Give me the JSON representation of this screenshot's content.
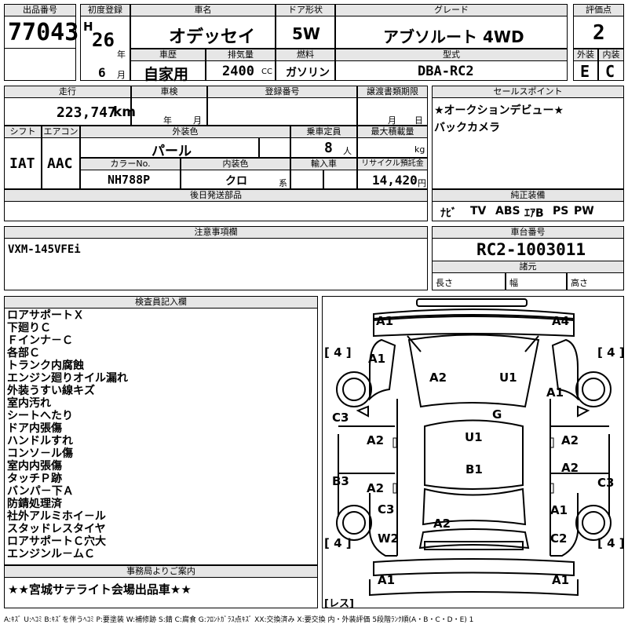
{
  "header": {
    "lot_label": "出品番号",
    "lot": "77043",
    "first_reg_label": "初度登録",
    "era": "H",
    "year": "26",
    "year_unit": "年",
    "month": "6",
    "month_unit": "月",
    "name_label": "車名",
    "name": "オデッセイ",
    "door_label": "ドア形状",
    "door": "5W",
    "grade_label": "グレード",
    "grade": "アブソルート 4WD",
    "score_label": "評価点",
    "score": "2",
    "history_label": "車歴",
    "history": "自家用",
    "displacement_label": "排気量",
    "displacement": "2400",
    "displacement_unit": "CC",
    "fuel_label": "燃料",
    "fuel": "ガソリン",
    "model_label": "型式",
    "model": "DBA-RC2",
    "ext_label": "外装",
    "ext": "E",
    "int_label": "内装",
    "int": "C"
  },
  "row2": {
    "mileage_label": "走行",
    "mileage": "223,747",
    "mileage_unit": "km",
    "inspection_label": "車検",
    "insp_year": "年",
    "insp_month": "月",
    "reg_label": "登録番号",
    "transfer_label": "譲渡書類期限",
    "tr_month": "月",
    "tr_day": "日",
    "shift_label": "シフト",
    "shift": "IAT",
    "ac_label": "エアコン",
    "ac": "AAC",
    "color_label": "外装色",
    "color": "パール",
    "capacity_label": "乗車定員",
    "capacity": "8",
    "capacity_unit": "人",
    "maxload_label": "最大積載量",
    "maxload_unit": "kg",
    "colorno_label": "カラーNo.",
    "colorno": "NH788P",
    "intcolor_label": "内装色",
    "intcolor": "クロ",
    "intcolor_unit": "系",
    "import_label": "輸入車",
    "recycle_label": "リサイクル預託金",
    "recycle": "14,420",
    "recycle_unit": "円",
    "later_label": "後日発送部品"
  },
  "sales": {
    "label": "セールスポイント",
    "lines": [
      "★オークションデビュー★",
      "バックカメラ"
    ]
  },
  "equipment": {
    "label": "純正装備",
    "items": [
      "ﾅﾋﾞ",
      "TV",
      "ABS",
      "ｴｱB",
      "PS",
      "PW"
    ]
  },
  "notes": {
    "label": "注意事項欄",
    "text": "VXM-145VFEi"
  },
  "chassis": {
    "label": "車台番号",
    "number": "RC2-1003011"
  },
  "dims": {
    "label": "諸元",
    "length": "長さ",
    "width": "幅",
    "height": "高さ"
  },
  "inspector": {
    "label": "検査員記入欄",
    "lines": [
      "ロアサポートＸ",
      "下廻りＣ",
      "Ｆインナ－Ｃ",
      "各部Ｃ",
      "トランク内腐蝕",
      "エンジン廻りオイル漏れ",
      "外装うすい線キズ",
      "室内汚れ",
      "シートへたり",
      "ドア内張傷",
      "ハンドルすれ",
      "コンソ－ル傷",
      "室内内張傷",
      "タッチＰ跡",
      "バンパ－下Ａ",
      "防錆処理済",
      "社外アルミホイ－ル",
      "スタッドレスタイヤ",
      "ロアサポートＣ穴大",
      "エンジンル－ムＣ"
    ]
  },
  "office": {
    "label": "事務局よりご案内",
    "text": "★★宮城サテライト会場出品車★★"
  },
  "diagram": {
    "marks": {
      "a1_tl": "A1",
      "a4_tr": "A4",
      "a1_l1": "A1",
      "a2_hood": "A2",
      "u1_hood": "U1",
      "a1_r1": "A1",
      "c3_l": "C3",
      "g": "G",
      "u1_roof": "U1",
      "a2_l_door1": "A2",
      "a2_r_door1": "A2",
      "b1_roof": "B1",
      "b3_l": "B3",
      "a2_l_door2": "A2",
      "a2_r_door2": "A2",
      "c3_r": "C3",
      "c3_lq": "C3",
      "a1_rq": "A1",
      "a2_trunk": "A2",
      "w2": "W2",
      "c2": "C2",
      "a1_bl": "A1",
      "a1_br": "A1"
    },
    "tire_tl": "4",
    "tire_tr": "4",
    "tire_bl": "4",
    "tire_br": "4",
    "spare": "レス"
  },
  "legend": "A:ｷｽﾞ U:ﾍｺﾐ B:ｷｽﾞを伴うﾍｺﾐ P:要塗装 W:補修跡 S:錆 C:腐食 G:ﾌﾛﾝﾄｶﾞﾗｽ点ｷｽﾞ XX:交換済み X:要交換 内・外装評価 5段階ﾗﾝｸ順(A・B・C・D・E) 1"
}
